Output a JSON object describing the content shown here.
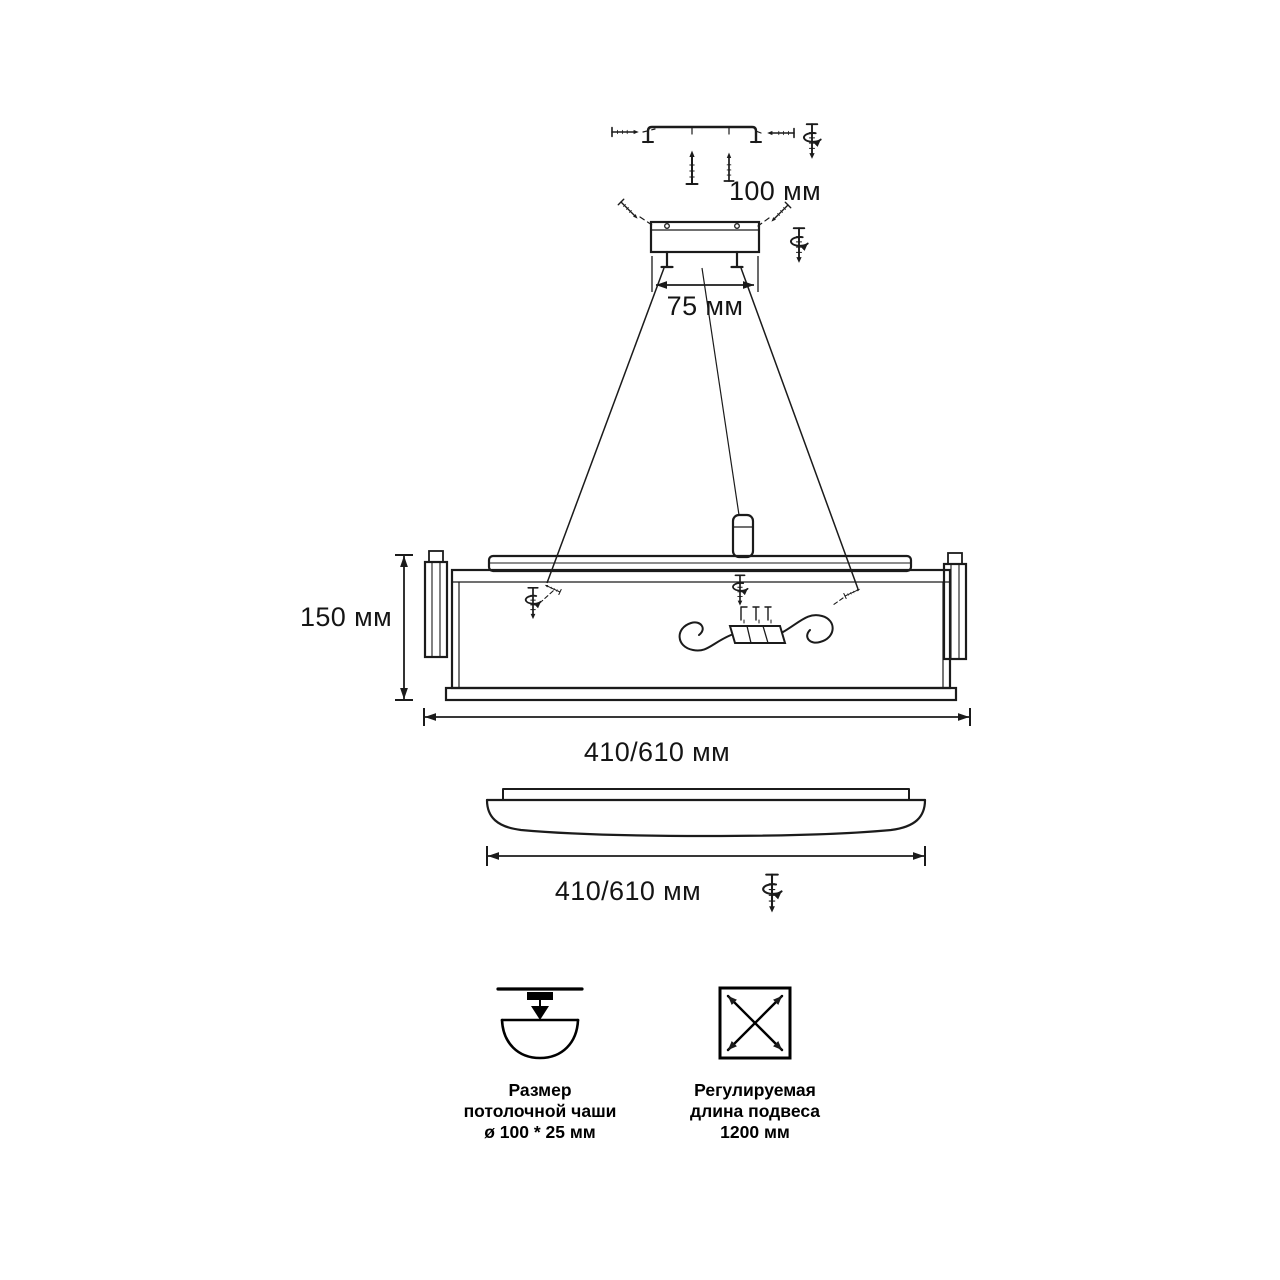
{
  "colors": {
    "ink": "#1b1b1b",
    "background": "#ffffff"
  },
  "dimensions": {
    "bracket_width": "100 мм",
    "canopy_width": "75 мм",
    "fixture_height": "150 мм",
    "fixture_width": "410/610 мм",
    "shade_width": "410/610 мм"
  },
  "legend": {
    "cup": {
      "line1": "Размер",
      "line2": "потолочной чаши",
      "line3": "ø 100 * 25 мм"
    },
    "suspension": {
      "line1": "Регулируемая",
      "line2": "длина подвеса",
      "line3": "1200 мм"
    }
  }
}
